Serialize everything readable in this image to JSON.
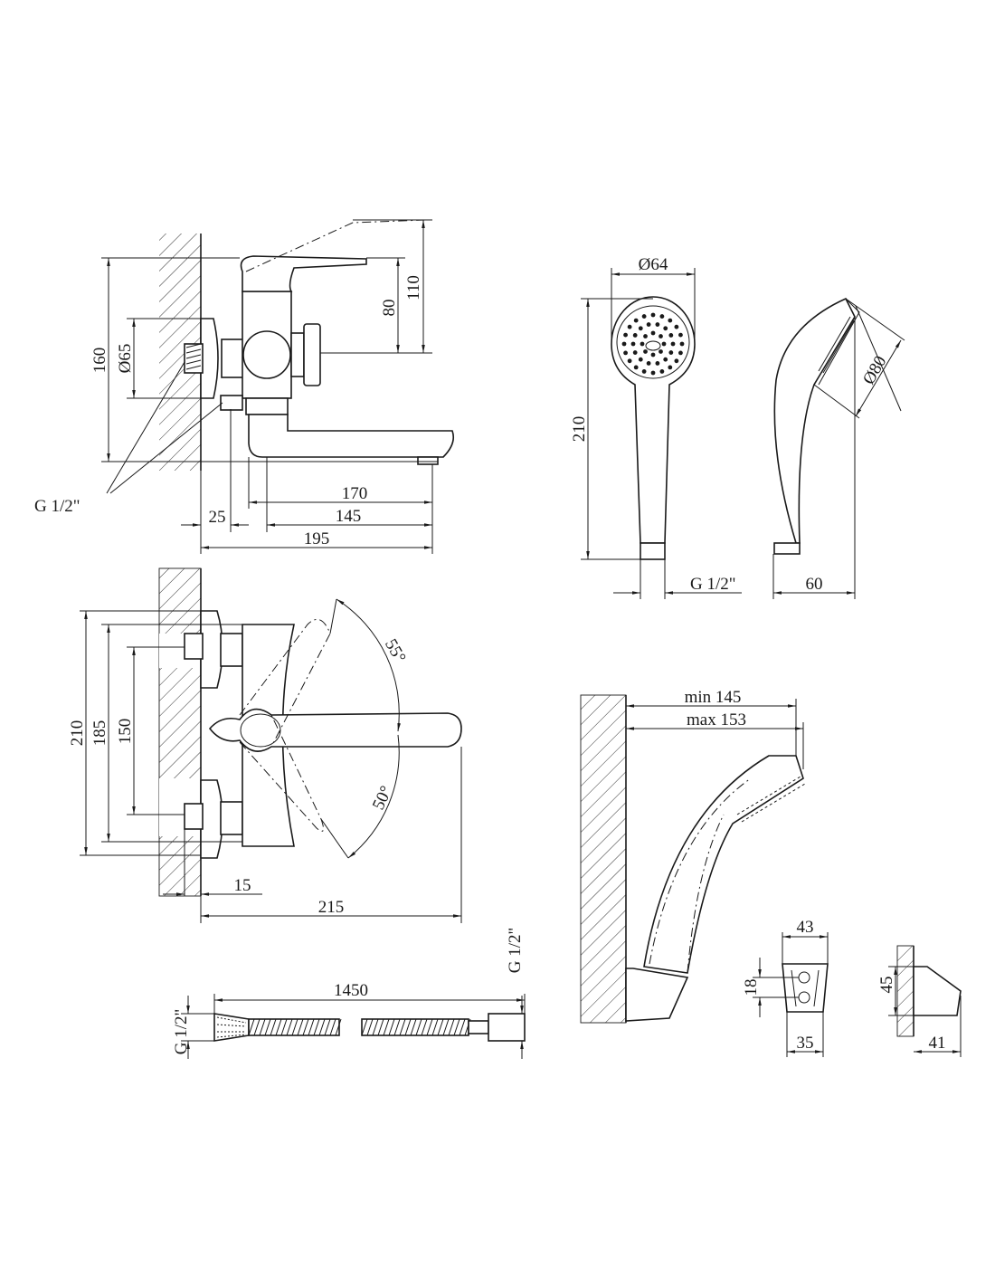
{
  "side_view": {
    "dim_lever_height": "110",
    "dim_body_height": "80",
    "dim_total_height": "160",
    "dim_plate_diameter": "Ø65",
    "thread_label": "G 1/2\"",
    "dim_spout_reach": "170",
    "dim_wall_offset": "25",
    "dim_spout_length": "145",
    "dim_total_depth": "195"
  },
  "handshower_front": {
    "dim_head_diameter": "Ø64",
    "dim_length": "210",
    "thread_label": "G 1/2\""
  },
  "handshower_side": {
    "dim_face_diameter": "Ø80",
    "dim_depth": "60"
  },
  "front_view": {
    "dim_plate_span": "210",
    "dim_centers_outer": "185",
    "dim_centers_inner": "150",
    "angle_up": "55°",
    "angle_down": "50°",
    "dim_thread_length": "15",
    "dim_total_length": "215"
  },
  "hose": {
    "dim_length": "1450",
    "thread_left": "G 1/2\"",
    "thread_right": "G 1/2\""
  },
  "holder_install": {
    "dim_min": "min 145",
    "dim_max": "max 153"
  },
  "holder": {
    "dim_width": "43",
    "dim_hole_spacing": "18",
    "dim_base_width": "35",
    "dim_height": "45",
    "dim_depth": "41"
  }
}
